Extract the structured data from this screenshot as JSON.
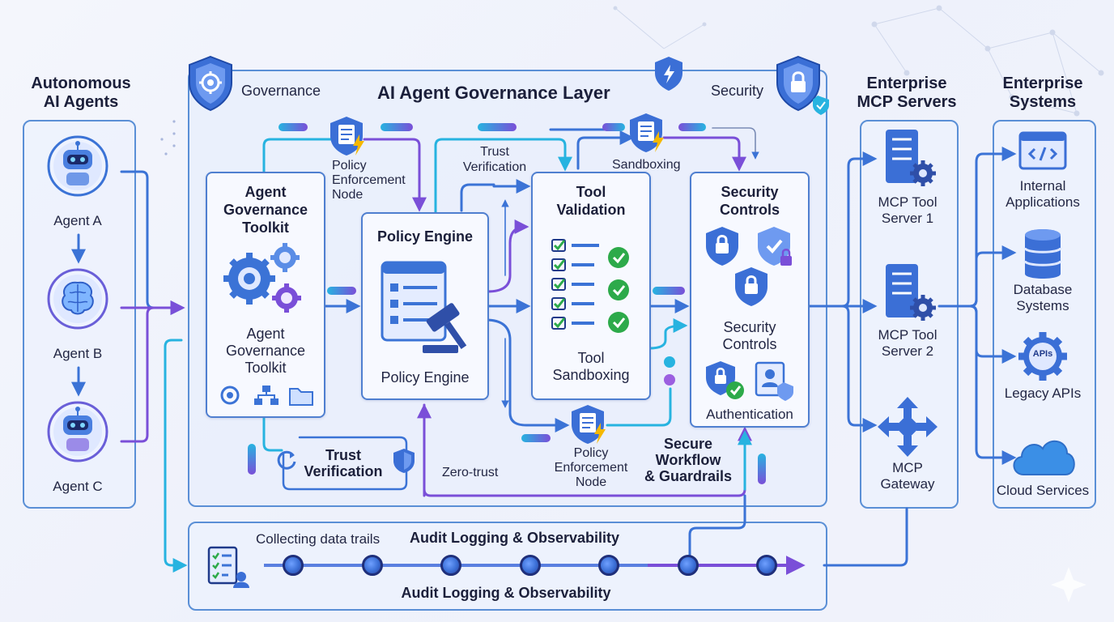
{
  "columns": {
    "agents_title": "Autonomous\nAI Agents",
    "mcp_title": "Enterprise\nMCP Servers",
    "systems_title": "Enterprise\nSystems"
  },
  "agents": [
    {
      "label": "Agent A",
      "icon": "robot-icon"
    },
    {
      "label": "Agent B",
      "icon": "brain-icon"
    },
    {
      "label": "Agent C",
      "icon": "robot-icon"
    }
  ],
  "governance": {
    "title": "AI Agent Governance Layer",
    "left_badge": "Governance",
    "right_badge": "Security",
    "toolkit": {
      "title": "Agent\nGovernance\nToolkit",
      "caption": "Agent\nGovernance\nToolkit"
    },
    "policy_engine": {
      "title": "Policy Engine",
      "caption": "Policy Engine"
    },
    "tool_validation": {
      "title": "Tool\nValidation",
      "caption": "Tool\nSandboxing"
    },
    "security_controls": {
      "title": "Security\nControls",
      "caption": "Security\nControls",
      "auth": "Authentication"
    },
    "pen_top": "Policy\nEnforcement\nNode",
    "pen_bottom": "Policy\nEnforcement\nNode",
    "trust_top": "Trust\nVerification",
    "sandboxing": "Sandboxing",
    "trust_box": "Trust\nVerification",
    "zero_trust": "Zero-trust",
    "secure_workflow": "Secure\nWorkflow\n& Guardrails"
  },
  "mcp_servers": [
    {
      "label": "MCP Tool\nServer 1",
      "icon": "server-gear-icon"
    },
    {
      "label": "MCP Tool\nServer 2",
      "icon": "server-gear-icon"
    },
    {
      "label": "MCP\nGateway",
      "icon": "gateway-arrows-icon"
    }
  ],
  "systems": [
    {
      "label": "Internal\nApplications",
      "icon": "code-window-icon"
    },
    {
      "label": "Database\nSystems",
      "icon": "database-icon"
    },
    {
      "label": "Legacy APIs",
      "icon": "api-gear-icon",
      "badge": "APIs"
    },
    {
      "label": "Cloud Services",
      "icon": "cloud-icon"
    }
  ],
  "audit": {
    "collecting": "Collecting data trails",
    "title_top": "Audit Logging & Observability",
    "title_bottom": "Audit Logging & Observability",
    "node_count": 7
  },
  "colors": {
    "blue": "#3b73d6",
    "cyan": "#27b3e0",
    "purple": "#7a4fd8",
    "green": "#2daa4a",
    "panel_border": "#5a8fd6"
  }
}
